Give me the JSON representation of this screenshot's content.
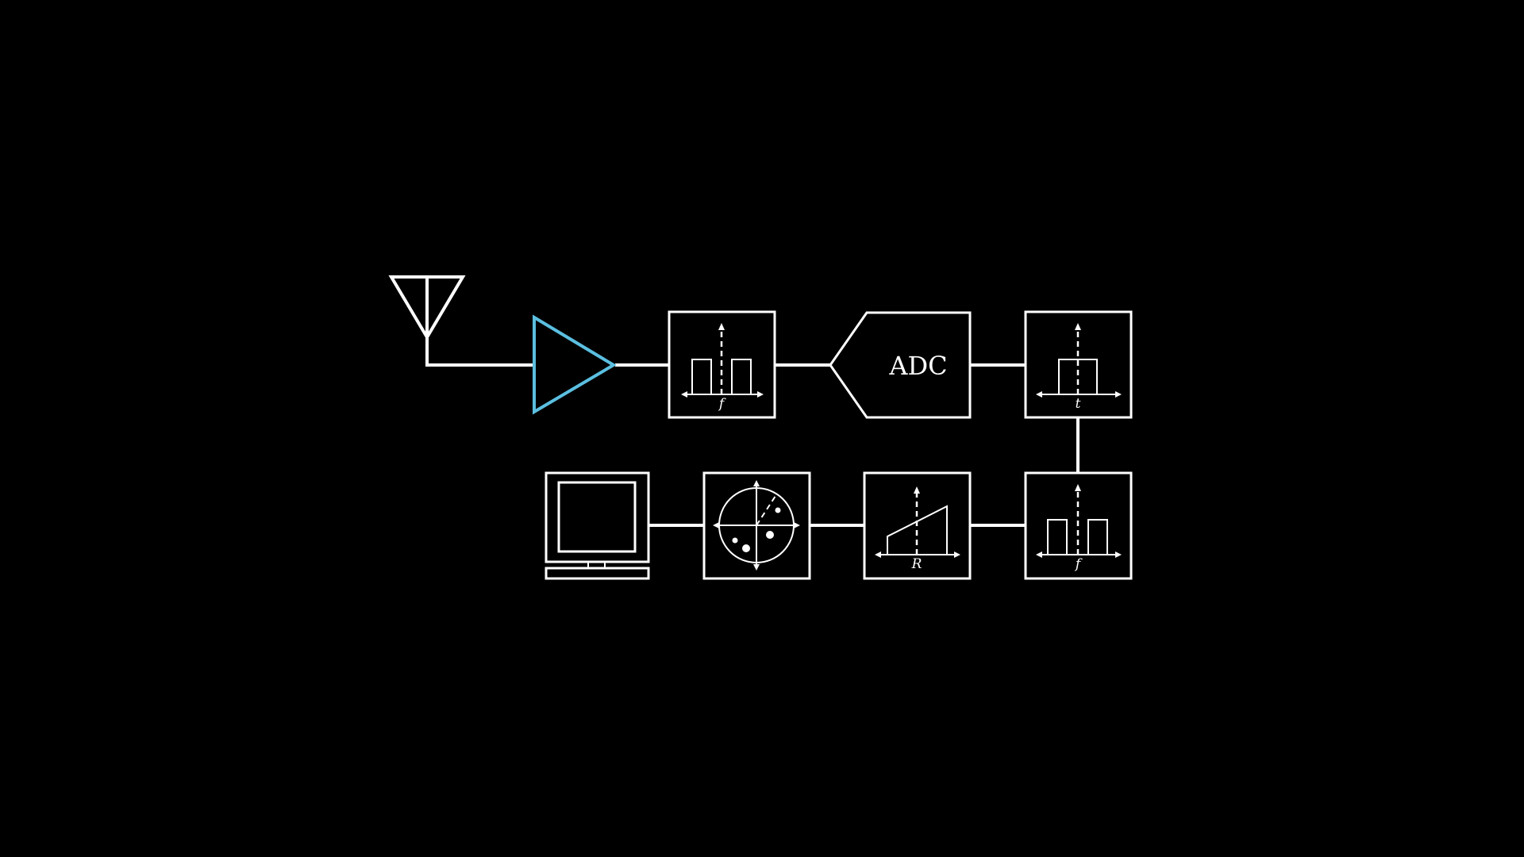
{
  "diagram": {
    "colors": {
      "background": "#000000",
      "line": "#ffffff",
      "highlight": "#5bbfe0"
    },
    "blocks": {
      "antenna": {
        "icon": "antenna-icon"
      },
      "amplifier": {
        "icon": "amplifier-triangle-icon",
        "highlighted": true
      },
      "bandpass_filter": {
        "icon": "spectrum-two-bars-icon",
        "axis_label": "f"
      },
      "adc": {
        "label": "ADC"
      },
      "time_window": {
        "icon": "spectrum-one-bar-icon",
        "axis_label": "t"
      },
      "frequency_filter": {
        "icon": "spectrum-two-bars-icon",
        "axis_label": "f"
      },
      "range_processing": {
        "icon": "ramp-icon",
        "axis_label": "R"
      },
      "radar_scope": {
        "icon": "ppi-scope-icon"
      },
      "display": {
        "icon": "monitor-icon"
      }
    }
  }
}
